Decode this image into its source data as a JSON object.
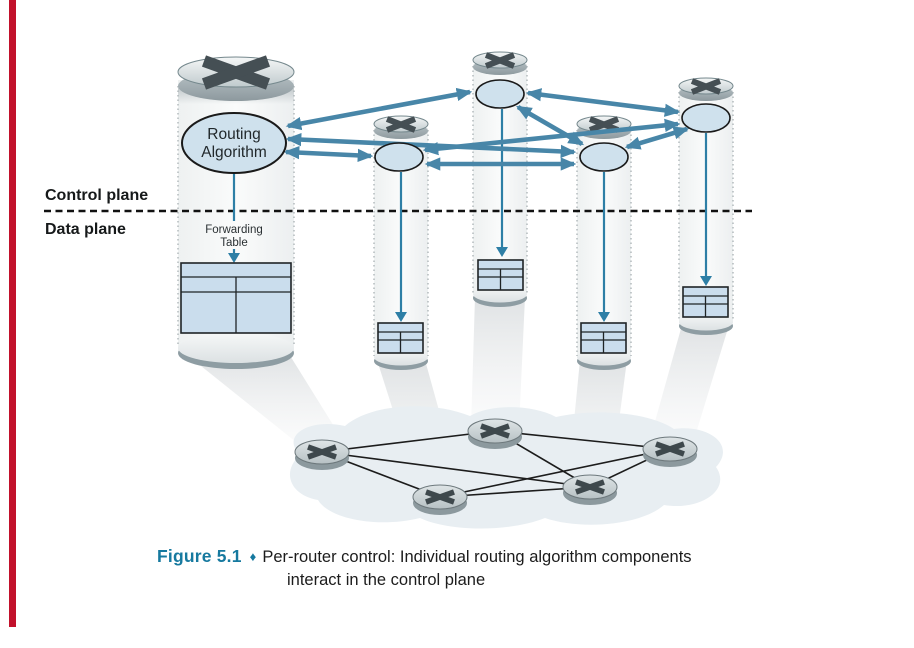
{
  "figure": {
    "label": "Figure 5.1",
    "separator": "♦",
    "caption_line1": "Per-router control: Individual routing algorithm components",
    "caption_line2": "interact in the control plane"
  },
  "planes": {
    "control": "Control plane",
    "data": "Data plane"
  },
  "router_detail": {
    "routing_algorithm_line1": "Routing",
    "routing_algorithm_line2": "Algorithm",
    "forwarding_table_line1": "Forwarding",
    "forwarding_table_line2": "Table"
  },
  "icons": {
    "router_cap": "router-x-icon"
  },
  "colors": {
    "figure_label": "#16799f",
    "arrow_blue": "#4886a8",
    "connector_teal": "#2e7fa6",
    "node_fill": "#cfe1ed",
    "table_fill": "#cadded",
    "page_edge_bar": "#c2112b"
  },
  "topology": {
    "control_plane_nodes": 5,
    "control_plane_links": [
      "A-B",
      "A-C",
      "A-D",
      "B-D",
      "B-E",
      "C-D",
      "C-E",
      "D-E"
    ],
    "network_nodes": 5,
    "network_links": [
      "L-T",
      "L-BM",
      "L-RM",
      "T-RM",
      "T-FR",
      "BM-RM",
      "BM-FR",
      "RM-FR"
    ]
  }
}
